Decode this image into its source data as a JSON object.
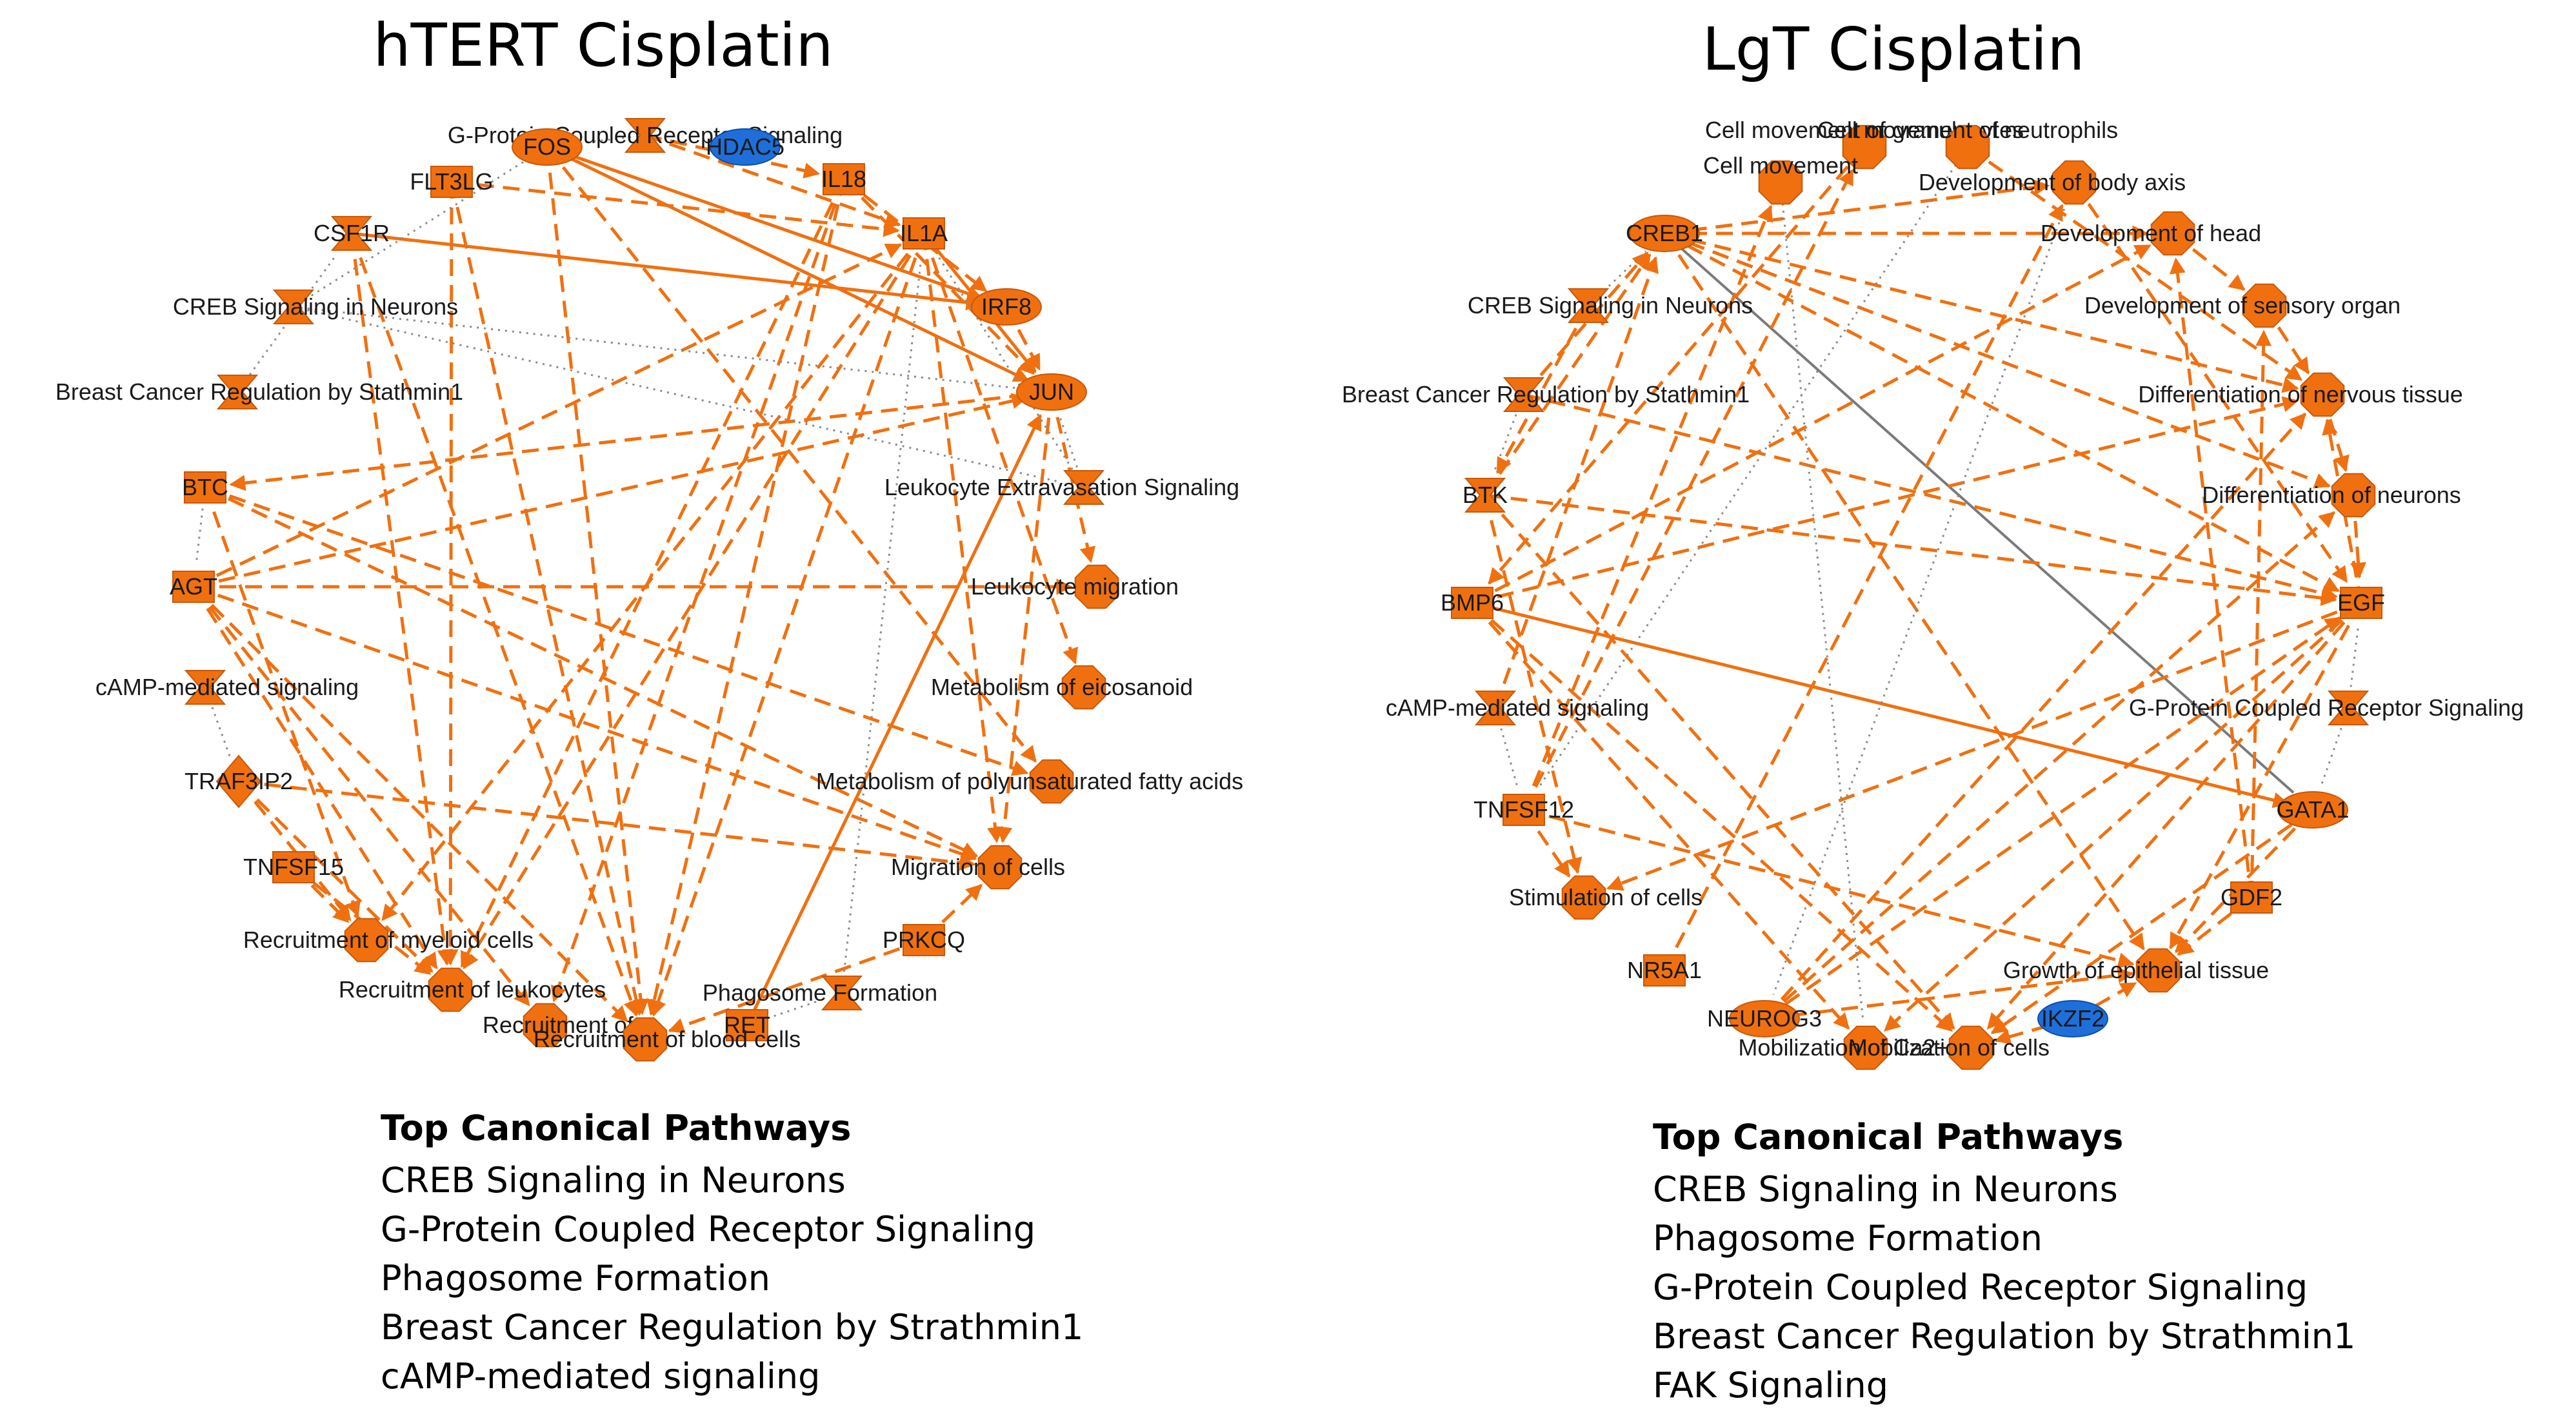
{
  "colors": {
    "node": "#f07010",
    "node_stroke": "#c85808",
    "inhibited": "#1e6fd9",
    "edge": "#f07010",
    "weak": "#8a8a8a",
    "grey_edge": "#7a7a7a"
  },
  "panels": [
    {
      "title": "hTERT Cisplatin",
      "pathways_header": "Top Canonical Pathways",
      "pathways": [
        "CREB Signaling in Neurons",
        "G-Protein Coupled Receptor Signaling",
        "Phagosome Formation",
        "Breast Cancer Regulation by Strathmin1",
        "cAMP-mediated signaling"
      ],
      "nodes": [
        {
          "id": "gpcr",
          "label": "G-Protein Coupled Receptor Signaling",
          "shape": "hourglass",
          "color": "node"
        },
        {
          "id": "fos",
          "label": "FOS",
          "shape": "ellipse",
          "color": "node"
        },
        {
          "id": "hdac5",
          "label": "HDAC5",
          "shape": "ellipse",
          "color": "inhibited"
        },
        {
          "id": "flt3lg",
          "label": "FLT3LG",
          "shape": "rect",
          "color": "node"
        },
        {
          "id": "il18",
          "label": "IL18",
          "shape": "rect",
          "color": "node"
        },
        {
          "id": "csf1r",
          "label": "CSF1R",
          "shape": "hourglass",
          "color": "node"
        },
        {
          "id": "il1a",
          "label": "IL1A",
          "shape": "rect",
          "color": "node"
        },
        {
          "id": "creb",
          "label": "CREB Signaling in Neurons",
          "shape": "hourglass",
          "color": "node"
        },
        {
          "id": "irf8",
          "label": "IRF8",
          "shape": "ellipse",
          "color": "node"
        },
        {
          "id": "bcr",
          "label": "Breast Cancer Regulation by Stathmin1",
          "shape": "hourglass",
          "color": "node"
        },
        {
          "id": "jun",
          "label": "JUN",
          "shape": "ellipse",
          "color": "node"
        },
        {
          "id": "btc",
          "label": "BTC",
          "shape": "rect",
          "color": "node"
        },
        {
          "id": "les",
          "label": "Leukocyte Extravasation Signaling",
          "shape": "hourglass",
          "color": "node"
        },
        {
          "id": "agt",
          "label": "AGT",
          "shape": "rect",
          "color": "node"
        },
        {
          "id": "lmig",
          "label": "Leukocyte migration",
          "shape": "octagon",
          "color": "node"
        },
        {
          "id": "camp",
          "label": "cAMP-mediated signaling",
          "shape": "hourglass",
          "color": "node"
        },
        {
          "id": "meico",
          "label": "Metabolism of eicosanoid",
          "shape": "octagon",
          "color": "node"
        },
        {
          "id": "traf",
          "label": "TRAF3IP2",
          "shape": "diamond",
          "color": "node"
        },
        {
          "id": "mpufa",
          "label": "Metabolism of polyunsaturated fatty acids",
          "shape": "octagon",
          "color": "node"
        },
        {
          "id": "tnfsf15",
          "label": "TNFSF15",
          "shape": "rect",
          "color": "node"
        },
        {
          "id": "migc",
          "label": "Migration of cells",
          "shape": "octagon",
          "color": "node"
        },
        {
          "id": "rmyel",
          "label": "Recruitment of myeloid cells",
          "shape": "octagon",
          "color": "node"
        },
        {
          "id": "prkcq",
          "label": "PRKCQ",
          "shape": "rect",
          "color": "node"
        },
        {
          "id": "rleuk",
          "label": "Recruitment of leukocytes",
          "shape": "octagon",
          "color": "node"
        },
        {
          "id": "phago",
          "label": "Phagosome Formation",
          "shape": "hourglass",
          "color": "node"
        },
        {
          "id": "rcells",
          "label": "Recruitment of c",
          "shape": "octagon",
          "color": "node"
        },
        {
          "id": "ret",
          "label": "RET",
          "shape": "rect",
          "color": "node"
        },
        {
          "id": "rblood",
          "label": "Recruitment of blood cells",
          "shape": "octagon",
          "color": "node"
        }
      ],
      "edges": [
        [
          "fos",
          "irf8",
          "solid"
        ],
        [
          "fos",
          "jun",
          "solid"
        ],
        [
          "csf1r",
          "irf8",
          "solid"
        ],
        [
          "gpcr",
          "il18",
          "dashed"
        ],
        [
          "gpcr",
          "il1a",
          "dashed"
        ],
        [
          "flt3lg",
          "il1a",
          "dashed"
        ],
        [
          "flt3lg",
          "rleuk",
          "dashed"
        ],
        [
          "flt3lg",
          "rblood",
          "dashed"
        ],
        [
          "il18",
          "irf8",
          "dashed"
        ],
        [
          "il18",
          "jun",
          "dashed"
        ],
        [
          "il18",
          "rleuk",
          "dashed"
        ],
        [
          "il18",
          "rblood",
          "dashed"
        ],
        [
          "il18",
          "rcells",
          "dashed"
        ],
        [
          "il1a",
          "jun",
          "solid"
        ],
        [
          "il1a",
          "migc",
          "dashed"
        ],
        [
          "il1a",
          "meico",
          "dashed"
        ],
        [
          "il1a",
          "rmyel",
          "dashed"
        ],
        [
          "il1a",
          "rblood",
          "dashed"
        ],
        [
          "irf8",
          "jun",
          "dashed"
        ],
        [
          "jun",
          "lmig",
          "dashed"
        ],
        [
          "jun",
          "migc",
          "dashed"
        ],
        [
          "jun",
          "btc",
          "dashed"
        ],
        [
          "agt",
          "jun",
          "dashed"
        ],
        [
          "agt",
          "lmig",
          "dashed"
        ],
        [
          "agt",
          "migc",
          "dashed"
        ],
        [
          "agt",
          "rleuk",
          "dashed"
        ],
        [
          "agt",
          "rblood",
          "dashed"
        ],
        [
          "agt",
          "il1a",
          "dashed"
        ],
        [
          "agt",
          "rcells",
          "dashed"
        ],
        [
          "btc",
          "migc",
          "dashed"
        ],
        [
          "btc",
          "mpufa",
          "dashed"
        ],
        [
          "btc",
          "rmyel",
          "dashed"
        ],
        [
          "traf",
          "rmyel",
          "dashed"
        ],
        [
          "traf",
          "rleuk",
          "dashed"
        ],
        [
          "traf",
          "migc",
          "dashed"
        ],
        [
          "tnfsf15",
          "rmyel",
          "dashed"
        ],
        [
          "tnfsf15",
          "rleuk",
          "dashed"
        ],
        [
          "prkcq",
          "rblood",
          "dashed"
        ],
        [
          "prkcq",
          "migc",
          "dashed"
        ],
        [
          "ret",
          "jun",
          "solid"
        ],
        [
          "csf1r",
          "rleuk",
          "dashed"
        ],
        [
          "csf1r",
          "rblood",
          "dashed"
        ],
        [
          "fos",
          "rblood",
          "dashed"
        ],
        [
          "fos",
          "mpufa",
          "dashed"
        ],
        [
          "il1a",
          "rleuk",
          "dashed"
        ],
        [
          "gpcr",
          "fos",
          "weak"
        ],
        [
          "creb",
          "fos",
          "weak"
        ],
        [
          "creb",
          "jun",
          "weak"
        ],
        [
          "bcr",
          "csf1r",
          "weak"
        ],
        [
          "camp",
          "traf",
          "weak"
        ],
        [
          "btc",
          "agt",
          "weak"
        ],
        [
          "phago",
          "il1a",
          "weak"
        ],
        [
          "les",
          "il1a",
          "weak"
        ],
        [
          "les",
          "jun",
          "weak"
        ],
        [
          "ret",
          "phago",
          "weak"
        ],
        [
          "creb",
          "les",
          "weak"
        ]
      ]
    },
    {
      "title": "LgT Cisplatin",
      "pathways_header": "Top Canonical Pathways",
      "pathways": [
        "CREB Signaling in Neurons",
        "Phagosome Formation",
        "G-Protein Coupled Receptor Signaling",
        "Breast Cancer Regulation by Strathmin1",
        "FAK Signaling"
      ],
      "nodes": [
        {
          "id": "cmgran",
          "label": "Cell movement of granulocytes",
          "shape": "octagon",
          "color": "node"
        },
        {
          "id": "cmneut",
          "label": "Cell movement of neutrophils",
          "shape": "octagon",
          "color": "node"
        },
        {
          "id": "cmove",
          "label": "Cell movement",
          "shape": "octagon",
          "color": "node"
        },
        {
          "id": "dbody",
          "label": "Development of body axis",
          "shape": "octagon",
          "color": "node"
        },
        {
          "id": "creb1",
          "label": "CREB1",
          "shape": "ellipse",
          "color": "node"
        },
        {
          "id": "dhead",
          "label": "Development of head",
          "shape": "octagon",
          "color": "node"
        },
        {
          "id": "creb",
          "label": "CREB Signaling in Neurons",
          "shape": "hourglass",
          "color": "node"
        },
        {
          "id": "dsens",
          "label": "Development of sensory organ",
          "shape": "octagon",
          "color": "node"
        },
        {
          "id": "bcr",
          "label": "Breast Cancer Regulation by Stathmin1",
          "shape": "hourglass",
          "color": "node"
        },
        {
          "id": "dnerv",
          "label": "Differentiation of nervous tissue",
          "shape": "octagon",
          "color": "node"
        },
        {
          "id": "btk",
          "label": "BTK",
          "shape": "hourglass",
          "color": "node"
        },
        {
          "id": "dneur",
          "label": "Differentiation of neurons",
          "shape": "octagon",
          "color": "node"
        },
        {
          "id": "bmp6",
          "label": "BMP6",
          "shape": "rect",
          "color": "node"
        },
        {
          "id": "egf",
          "label": "EGF",
          "shape": "rect",
          "color": "node"
        },
        {
          "id": "camp",
          "label": "cAMP-mediated signaling",
          "shape": "hourglass",
          "color": "node"
        },
        {
          "id": "gpcr",
          "label": "G-Protein Coupled Receptor Signaling",
          "shape": "hourglass",
          "color": "node"
        },
        {
          "id": "tnfsf12",
          "label": "TNFSF12",
          "shape": "rect",
          "color": "node"
        },
        {
          "id": "gata1",
          "label": "GATA1",
          "shape": "ellipse",
          "color": "node"
        },
        {
          "id": "stim",
          "label": "Stimulation of cells",
          "shape": "octagon",
          "color": "node"
        },
        {
          "id": "gdf2",
          "label": "GDF2",
          "shape": "rect",
          "color": "node"
        },
        {
          "id": "nr5a1",
          "label": "NR5A1",
          "shape": "rect",
          "color": "node"
        },
        {
          "id": "growth",
          "label": "Growth of epithelial tissue",
          "shape": "octagon",
          "color": "node"
        },
        {
          "id": "neurog3",
          "label": "NEUROG3",
          "shape": "ellipse",
          "color": "node"
        },
        {
          "id": "ikzf2",
          "label": "IKZF2",
          "shape": "ellipse",
          "color": "inhibited"
        },
        {
          "id": "mobca",
          "label": "Mobilization of Ca2+",
          "shape": "octagon",
          "color": "node"
        },
        {
          "id": "mobcells",
          "label": "Mobilization of cells",
          "shape": "octagon",
          "color": "node"
        }
      ],
      "edges": [
        [
          "creb1",
          "dbody",
          "dashed"
        ],
        [
          "creb1",
          "dhead",
          "dashed"
        ],
        [
          "creb1",
          "dneur",
          "dashed"
        ],
        [
          "creb1",
          "dnerv",
          "dashed"
        ],
        [
          "creb1",
          "egf",
          "dashed"
        ],
        [
          "creb1",
          "growth",
          "dashed"
        ],
        [
          "creb1",
          "gata1",
          "grey"
        ],
        [
          "bmp6",
          "gata1",
          "solid"
        ],
        [
          "bmp6",
          "dnerv",
          "dashed"
        ],
        [
          "bmp6",
          "mobcells",
          "dashed"
        ],
        [
          "bmp6",
          "mobca",
          "dashed"
        ],
        [
          "bmp6",
          "dhead",
          "dashed"
        ],
        [
          "btk",
          "stim",
          "dashed"
        ],
        [
          "btk",
          "mobcells",
          "dashed"
        ],
        [
          "btk",
          "egf",
          "dashed"
        ],
        [
          "btk",
          "creb1",
          "dashed"
        ],
        [
          "tnfsf12",
          "cmove",
          "dashed"
        ],
        [
          "tnfsf12",
          "cmgran",
          "dashed"
        ],
        [
          "tnfsf12",
          "stim",
          "dashed"
        ],
        [
          "tnfsf12",
          "growth",
          "dashed"
        ],
        [
          "egf",
          "mobcells",
          "dashed"
        ],
        [
          "egf",
          "mobca",
          "dashed"
        ],
        [
          "egf",
          "stim",
          "dashed"
        ],
        [
          "egf",
          "dnerv",
          "dashed"
        ],
        [
          "egf",
          "growth",
          "dashed"
        ],
        [
          "gdf2",
          "dhead",
          "dashed"
        ],
        [
          "gdf2",
          "dsens",
          "dashed"
        ],
        [
          "gdf2",
          "growth",
          "dashed"
        ],
        [
          "neurog3",
          "dnerv",
          "dashed"
        ],
        [
          "neurog3",
          "dneur",
          "dashed"
        ],
        [
          "neurog3",
          "egf",
          "dashed"
        ],
        [
          "neurog3",
          "growth",
          "dashed"
        ],
        [
          "gata1",
          "growth",
          "dashed"
        ],
        [
          "gata1",
          "mobcells",
          "dashed"
        ],
        [
          "nr5a1",
          "dbody",
          "dashed"
        ],
        [
          "dhead",
          "dsens",
          "dashed"
        ],
        [
          "dsens",
          "dnerv",
          "dashed"
        ],
        [
          "dnerv",
          "dneur",
          "dashed"
        ],
        [
          "dneur",
          "egf",
          "dashed"
        ],
        [
          "dbody",
          "egf",
          "dashed"
        ],
        [
          "ikzf2",
          "mobcells",
          "dashed"
        ],
        [
          "ikzf2",
          "growth",
          "dashed"
        ],
        [
          "cmneut",
          "dnerv",
          "dashed"
        ],
        [
          "cmgran",
          "bmp6",
          "dashed"
        ],
        [
          "creb",
          "btk",
          "dashed"
        ],
        [
          "bcr",
          "egf",
          "dashed"
        ],
        [
          "camp",
          "creb1",
          "dashed"
        ],
        [
          "bcr",
          "creb1",
          "dashed"
        ],
        [
          "creb",
          "creb1",
          "weak"
        ],
        [
          "bcr",
          "btk",
          "weak"
        ],
        [
          "camp",
          "tnfsf12",
          "weak"
        ],
        [
          "gpcr",
          "gata1",
          "weak"
        ],
        [
          "gpcr",
          "egf",
          "weak"
        ],
        [
          "cmove",
          "mobca",
          "weak"
        ],
        [
          "dbody",
          "neurog3",
          "weak"
        ],
        [
          "cmneut",
          "tnfsf12",
          "weak"
        ]
      ]
    }
  ]
}
